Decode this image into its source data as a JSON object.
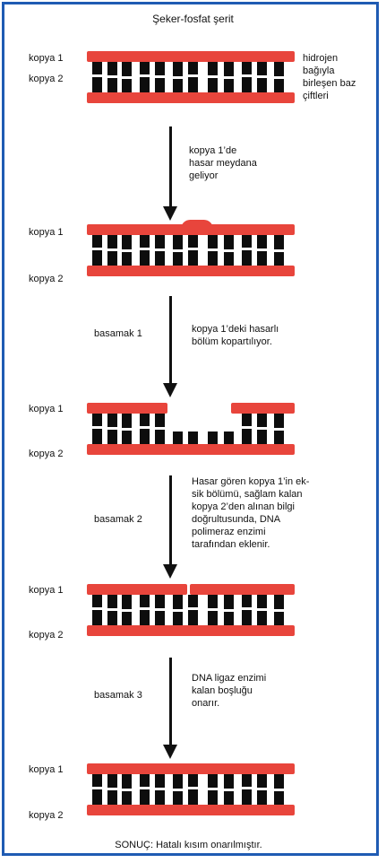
{
  "title": "Şeker-fosfat şerit",
  "label_copy1": "kopya 1",
  "label_copy2": "kopya 2",
  "hydrogen_note": "hidrojen\nbağıyla\nbirleşen baz\nçiftleri",
  "step0_note": "kopya 1’de\nhasar meydana\ngeliyor",
  "step1_label": "basamak 1",
  "step1_note": "kopya 1’deki hasarlı\nbölüm kopartılıyor.",
  "step2_label": "basamak 2",
  "step2_note": "Hasar gören kopya 1’in ek-\nsik bölümü, sağlam kalan\nkopya 2’den alınan bilgi\ndoğrultusunda, DNA\npolimeraz enzimi\ntarafından eklenir.",
  "step3_label": "basamak 3",
  "step3_note": "DNA ligaz enzimi\nkalan boşluğu\nonarır.",
  "result": "SONUÇ: Hatalı kısım onarılmıştır.",
  "colors": {
    "strand": "#e8453c",
    "base": "#0d0d0d",
    "frame": "#1f5bb3"
  }
}
